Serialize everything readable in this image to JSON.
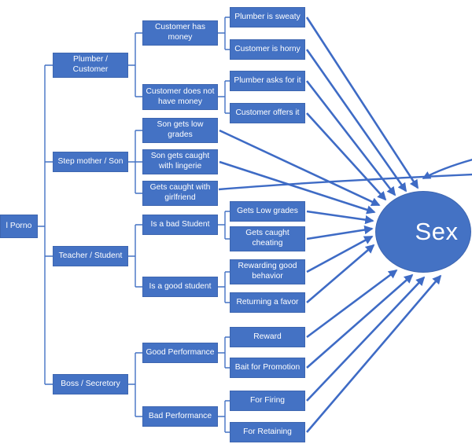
{
  "colors": {
    "node_fill": "#4472C4",
    "node_border": "#3e66b0",
    "connector": "#4472C4",
    "arrow": "#3E6BC5",
    "text_on_accent": "#FFFFFF",
    "background": "#FFFFFF"
  },
  "tree": {
    "root": {
      "label": "l Porno"
    },
    "branches": [
      {
        "label": "Plumber / Customer",
        "children": [
          {
            "label": "Customer has money",
            "children": [
              {
                "label": "Plumber is sweaty"
              },
              {
                "label": "Customer is horny"
              }
            ]
          },
          {
            "label": "Customer does not have money",
            "children": [
              {
                "label": "Plumber asks for it"
              },
              {
                "label": "Customer offers it"
              }
            ]
          }
        ]
      },
      {
        "label": "Step mother / Son",
        "children": [
          {
            "label": "Son gets low grades"
          },
          {
            "label": "Son gets caught with lingerie"
          },
          {
            "label": "Gets caught with girlfriend"
          }
        ]
      },
      {
        "label": "Teacher / Student",
        "children": [
          {
            "label": "Is a bad Student",
            "children": [
              {
                "label": "Gets Low grades"
              },
              {
                "label": "Gets caught cheating"
              }
            ]
          },
          {
            "label": "Is a good student",
            "children": [
              {
                "label": "Rewarding good behavior"
              },
              {
                "label": "Returning a favor"
              }
            ]
          }
        ]
      },
      {
        "label": "Boss / Secretory",
        "children": [
          {
            "label": "Good Performance",
            "children": [
              {
                "label": "Reward"
              },
              {
                "label": "Bait for Promotion"
              }
            ]
          },
          {
            "label": "Bad Performance",
            "children": [
              {
                "label": "For Firing"
              },
              {
                "label": "For Retaining"
              }
            ]
          }
        ]
      }
    ],
    "sink": {
      "label": "Sex"
    }
  }
}
